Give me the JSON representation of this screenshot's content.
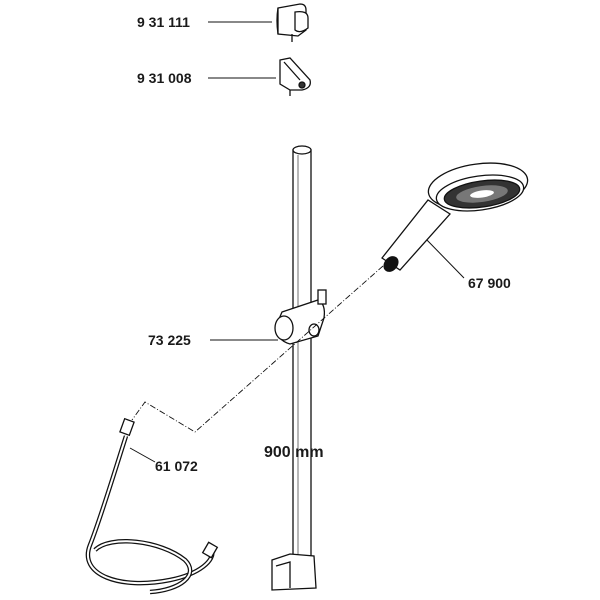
{
  "parts": [
    {
      "id": "end-cap",
      "number": "9 31 111"
    },
    {
      "id": "wall-bracket",
      "number": "9 31 008"
    },
    {
      "id": "slider",
      "number": "73 225"
    },
    {
      "id": "hand-shower",
      "number": "67 900"
    },
    {
      "id": "shower-hose",
      "number": "61 072"
    }
  ],
  "bar_length": "900 mm"
}
